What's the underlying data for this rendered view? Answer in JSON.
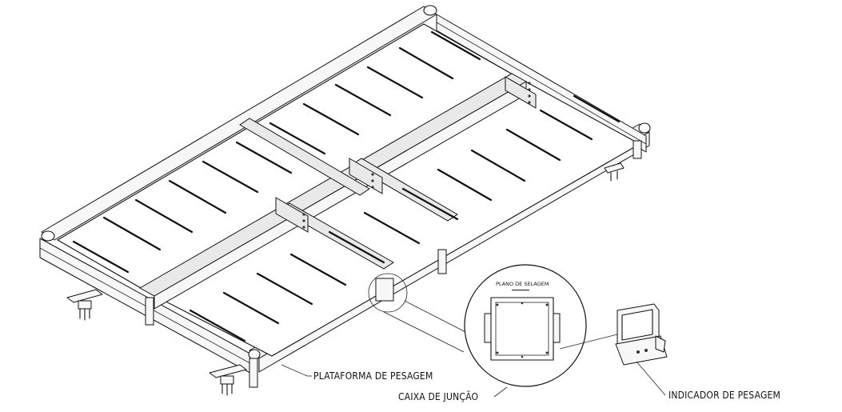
{
  "diagram": {
    "labels": {
      "platform": "PLATAFORMA DE PESAGEM",
      "junction_box": "CAIXA DE JUNÇÃO",
      "indicator": "INDICADOR DE PESAGEM",
      "sealing_plane": "PLANO DE SELAGEM"
    }
  }
}
